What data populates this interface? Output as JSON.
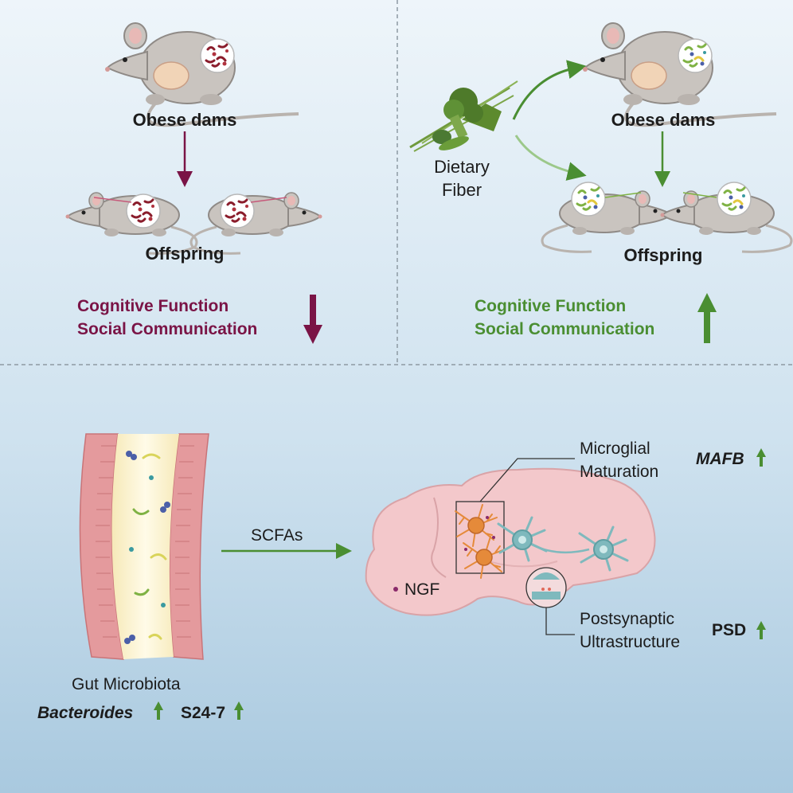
{
  "colors": {
    "maroon": "#7a1446",
    "green": "#4a8e32",
    "mouse_gray": "#c9c4bf",
    "brain_pink": "#f3c8cb",
    "gut_wall": "#e49a9d",
    "neuron_teal": "#7fb9bd",
    "microglia_orange": "#e58a3a"
  },
  "left_panel": {
    "dams_label": "Obese dams",
    "offspring_label": "Offspring",
    "outcome_line1": "Cognitive Function",
    "outcome_line2": "Social Communication",
    "arrow_direction": "down"
  },
  "right_panel": {
    "fiber_label_line1": "Dietary",
    "fiber_label_line2": "Fiber",
    "dams_label": "Obese dams",
    "offspring_label": "Offspring",
    "outcome_line1": "Cognitive Function",
    "outcome_line2": "Social Communication",
    "arrow_direction": "up"
  },
  "bottom_panel": {
    "gut_label": "Gut Microbiota",
    "bacteroides": "Bacteroides",
    "s24": "S24-7",
    "scfas": "SCFAs",
    "ngf": "NGF",
    "microglial_line1": "Microglial",
    "microglial_line2": "Maturation",
    "mafb": "MAFB",
    "postsynaptic_line1": "Postsynaptic",
    "postsynaptic_line2": "Ultrastructure",
    "psd": "PSD"
  },
  "icons": [
    "mouse-icon",
    "pregnant-mouse-icon",
    "microbiota-inset-icon",
    "vegetables-icon",
    "gut-tube-icon",
    "brain-icon",
    "microglia-icon",
    "neuron-icon",
    "synapse-icon",
    "up-arrow-icon",
    "down-arrow-icon"
  ]
}
